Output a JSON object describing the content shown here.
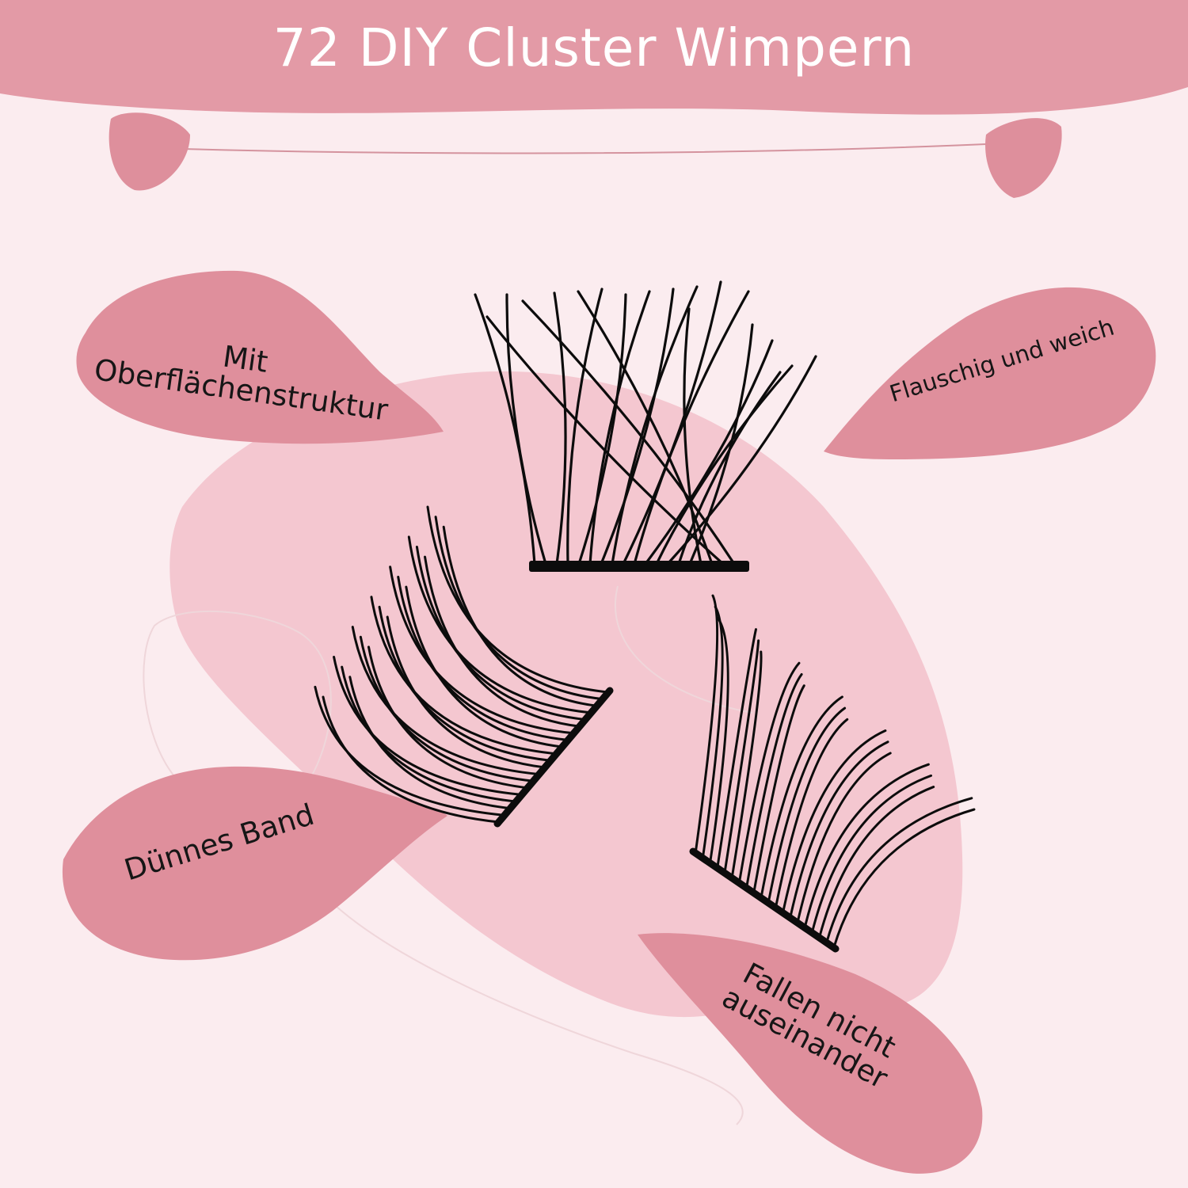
{
  "header": {
    "title": "72 DIY Cluster Wimpern"
  },
  "callouts": {
    "surface": "Mit\nOberflächenstruktur",
    "fluffy": "Flauschig und weich",
    "thin_band": "Dünnes Band",
    "no_fall_apart": "Fallen nicht\nauseinander"
  },
  "colors": {
    "background": "#fbecef",
    "banner": "#e39aa6",
    "blob": "#f4c7d0",
    "callout_bubble": "#df8f9c",
    "lash": "#0c0c0c",
    "title_text": "#ffffff"
  },
  "images": {
    "lash_clusters": [
      "straight-lash-cluster",
      "curled-lash-cluster-left",
      "curled-lash-cluster-right"
    ]
  }
}
